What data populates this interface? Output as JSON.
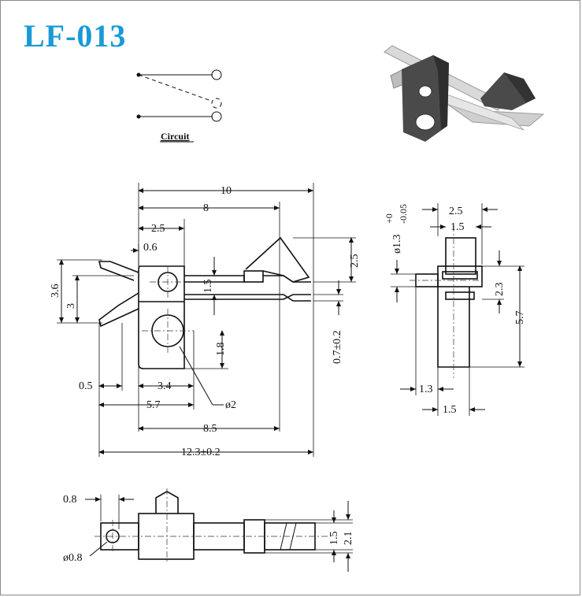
{
  "title": "LF-013",
  "circuit_label": "Circuit",
  "dimensions": {
    "d10": "10",
    "d8": "8",
    "d2_5_top": "2.5",
    "d0_6": "0.6",
    "d3_6": "3.6",
    "d3": "3",
    "d1_5_mid": "1.5",
    "d2_5_right": "2.5",
    "d0_7": "0.7±0.2",
    "d1_8": "1.8",
    "d0_5": "0.5",
    "d3_4": "3.4",
    "d5_7": "5.7",
    "d_phi2": "ø2",
    "d8_5": "8.5",
    "d12_3": "12.3±0.2",
    "side_2_5": "2.5",
    "side_1_5_top": "1.5",
    "side_phi1_3": "ø1.3",
    "side_tol_plus": "+0",
    "side_tol_minus": "-0.05",
    "side_2_3": "2.3",
    "side_5_7": "5.7",
    "side_1_3": "1.3",
    "side_1_5_bottom": "1.5",
    "bot_0_8": "0.8",
    "bot_phi0_8": "ø0.8",
    "bot_1_5": "1.5",
    "bot_2_1": "2.1"
  },
  "colors": {
    "title": "#1a9ad6",
    "line": "#111111"
  }
}
